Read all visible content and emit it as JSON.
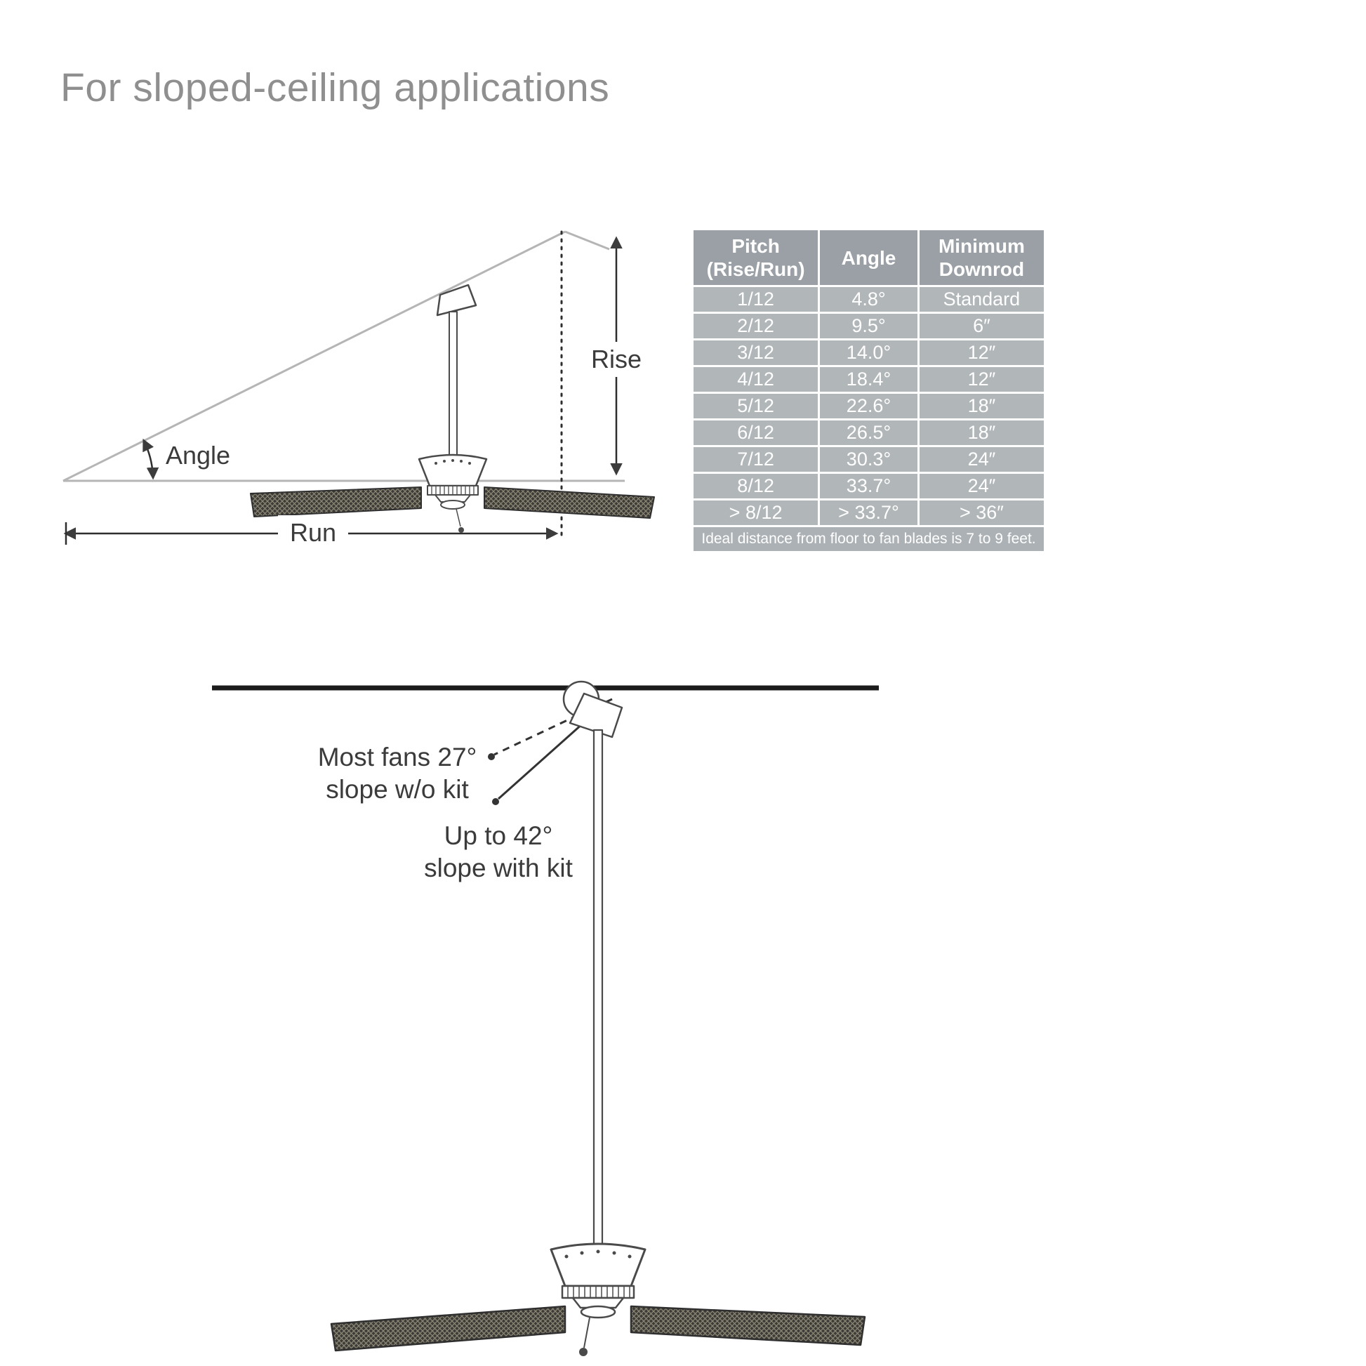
{
  "page": {
    "title": "For sloped-ceiling applications"
  },
  "diagram_slope": {
    "rise_label": "Rise",
    "run_label": "Run",
    "angle_label": "Angle"
  },
  "table": {
    "headers": [
      "Pitch\n(Rise/Run)",
      "Angle",
      "Minimum\nDownrod"
    ],
    "rows": [
      [
        "1/12",
        "4.8°",
        "Standard"
      ],
      [
        "2/12",
        "9.5°",
        "6″"
      ],
      [
        "3/12",
        "14.0°",
        "12″"
      ],
      [
        "4/12",
        "18.4°",
        "12″"
      ],
      [
        "5/12",
        "22.6°",
        "18″"
      ],
      [
        "6/12",
        "26.5°",
        "18″"
      ],
      [
        "7/12",
        "30.3°",
        "24″"
      ],
      [
        "8/12",
        "33.7°",
        "24″"
      ],
      [
        "> 8/12",
        "> 33.7°",
        "> 36″"
      ]
    ],
    "footer": "Ideal distance from floor to fan blades is 7 to 9 feet."
  },
  "diagram_kit": {
    "label_without_kit": "Most fans 27°\nslope w/o kit",
    "label_with_kit": "Up to 42°\nslope with kit"
  }
}
